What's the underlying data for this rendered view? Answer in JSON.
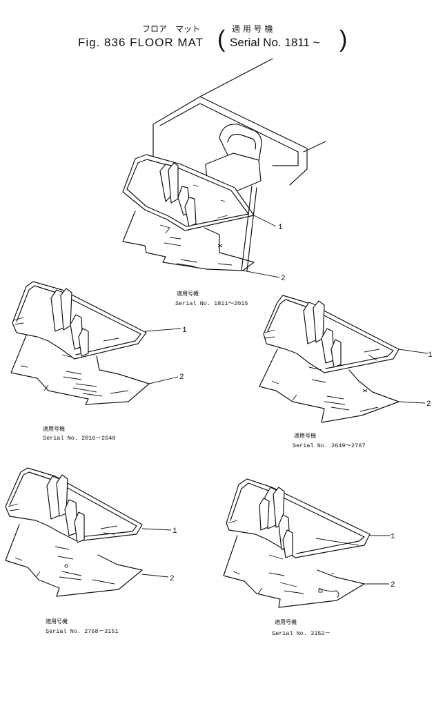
{
  "header": {
    "title_jp": "フロア　マット",
    "title": "Fig. 836 FLOOR MAT",
    "applicability_jp": "適 用 号 機",
    "applicability_serial": "Serial No. 1811 ~",
    "open_paren": "(",
    "close_paren": ")"
  },
  "views": [
    {
      "applies_jp": "適用号機",
      "serial": "Serial No. 1811～2015",
      "callout_1": "1",
      "callout_2": "2"
    },
    {
      "applies_jp": "適用号機",
      "serial": "Serial No. 2016－2648",
      "callout_1": "1",
      "callout_2": "2"
    },
    {
      "applies_jp": "適用号機",
      "serial": "Serial No. 2649～2767",
      "callout_1": "1",
      "callout_2": "2"
    },
    {
      "applies_jp": "適用号機",
      "serial": "Serial No. 2768－3151",
      "callout_1": "1",
      "callout_2": "2"
    },
    {
      "applies_jp": "適用号機",
      "serial": "Serial No. 3152－",
      "callout_1": "1",
      "callout_2": "2"
    }
  ]
}
